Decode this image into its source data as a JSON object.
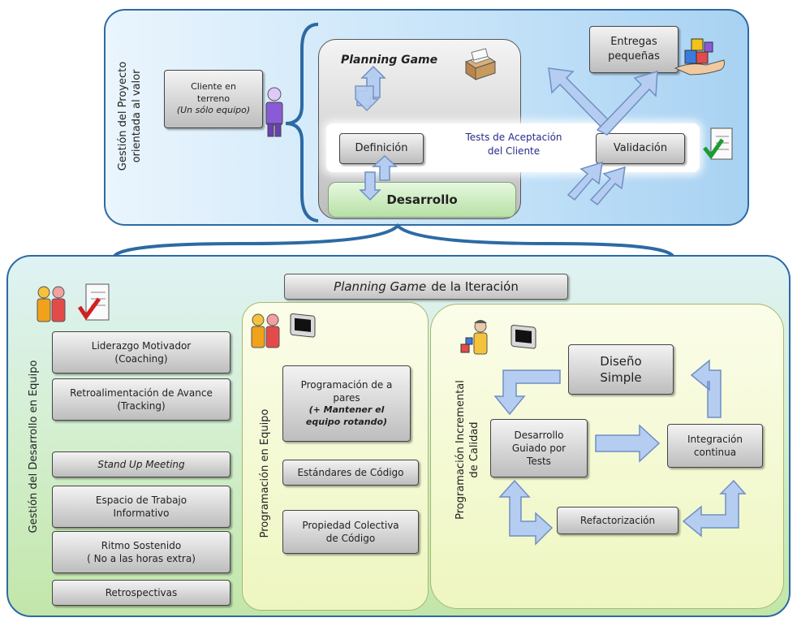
{
  "top": {
    "side_label_line1": "Gestión del Proyecto",
    "side_label_line2": "orientada al valor",
    "cliente_line1": "Cliente en",
    "cliente_line2": "terreno",
    "cliente_line3": "(Un sólo equipo)",
    "planning_game": "Planning Game",
    "definicion": "Definición",
    "tests_line1": "Tests de  Aceptación",
    "tests_line2": "del Cliente",
    "validacion": "Validación",
    "desarrollo": "Desarrollo",
    "entregas_line1": "Entregas",
    "entregas_line2": "pequeñas"
  },
  "iteration": {
    "title_italic": "Planning Game",
    "title_rest": "de la Iteración"
  },
  "equipo_gestion": {
    "side_label": "Gestión del Desarrollo en Equipo",
    "items": [
      {
        "line1": "Liderazgo Motivador",
        "line2": "(Coaching)"
      },
      {
        "line1": "Retroalimentación de Avance",
        "line2": "(Tracking)"
      },
      {
        "line1": "Stand Up Meeting",
        "line2": ""
      },
      {
        "line1": "Espacio de Trabajo",
        "line2": "Informativo"
      },
      {
        "line1": "Ritmo Sostenido",
        "line2": "( No a las horas extra)"
      },
      {
        "line1": "Retrospectivas",
        "line2": ""
      }
    ]
  },
  "programacion_equipo": {
    "side_label": "Programación en Equipo",
    "pares_line1": "Programación de a",
    "pares_line2": "pares",
    "pares_line3": "(+ Mantener  el",
    "pares_line4": "equipo rotando)",
    "estandares": "Estándares de Código",
    "propiedad_line1": "Propiedad Colectiva",
    "propiedad_line2": "de Código"
  },
  "calidad": {
    "side_label_line1": "Programación Incremental",
    "side_label_line2": "de Calidad",
    "diseno_line1": "Diseño",
    "diseno_line2": "Simple",
    "tdd_line1": "Desarrollo",
    "tdd_line2": "Guiado por",
    "tdd_line3": "Tests",
    "integracion_line1": "Integración",
    "integracion_line2": "continua",
    "refactorizacion": "Refactorización"
  },
  "colors": {
    "panel_border": "#2d6aa3",
    "arrow_fill": "#b5cdf0",
    "arrow_stroke": "#6f8fc4"
  }
}
